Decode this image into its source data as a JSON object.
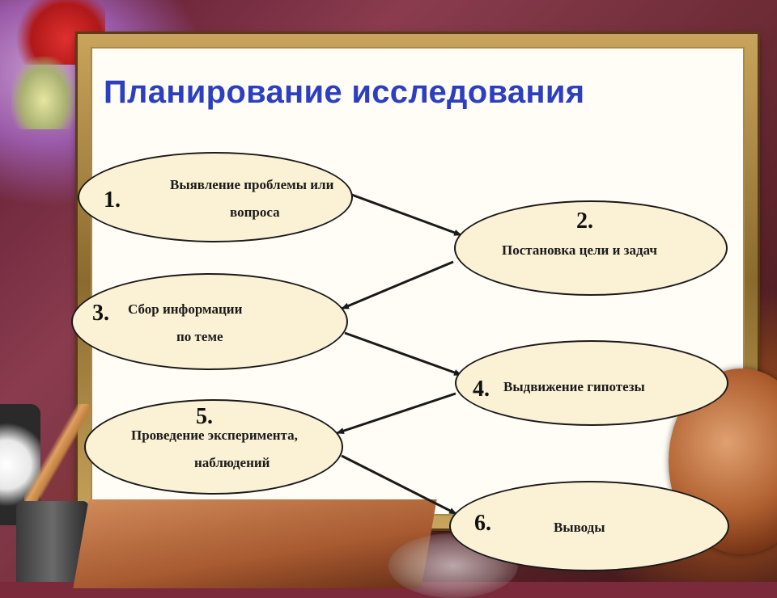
{
  "title": "Планирование исследования",
  "nodes": [
    {
      "number": "1.",
      "line1": "Выявление проблемы или",
      "line2": "вопроса"
    },
    {
      "number": "2.",
      "line1": "Постановка цели и задач"
    },
    {
      "number": "3.",
      "line1": "Сбор информации",
      "line2": "по теме"
    },
    {
      "number": "4.",
      "line1": "Выдвижение гипотезы"
    },
    {
      "number": "5.",
      "line1": "Проведение эксперимента,",
      "line2": "наблюдений"
    },
    {
      "number": "6.",
      "line1": "Выводы"
    }
  ],
  "colors": {
    "title": "#2c3fc0",
    "node_fill": "#fbf1d5",
    "node_border": "#1a1a1a",
    "arrow": "#1a1a1a"
  }
}
